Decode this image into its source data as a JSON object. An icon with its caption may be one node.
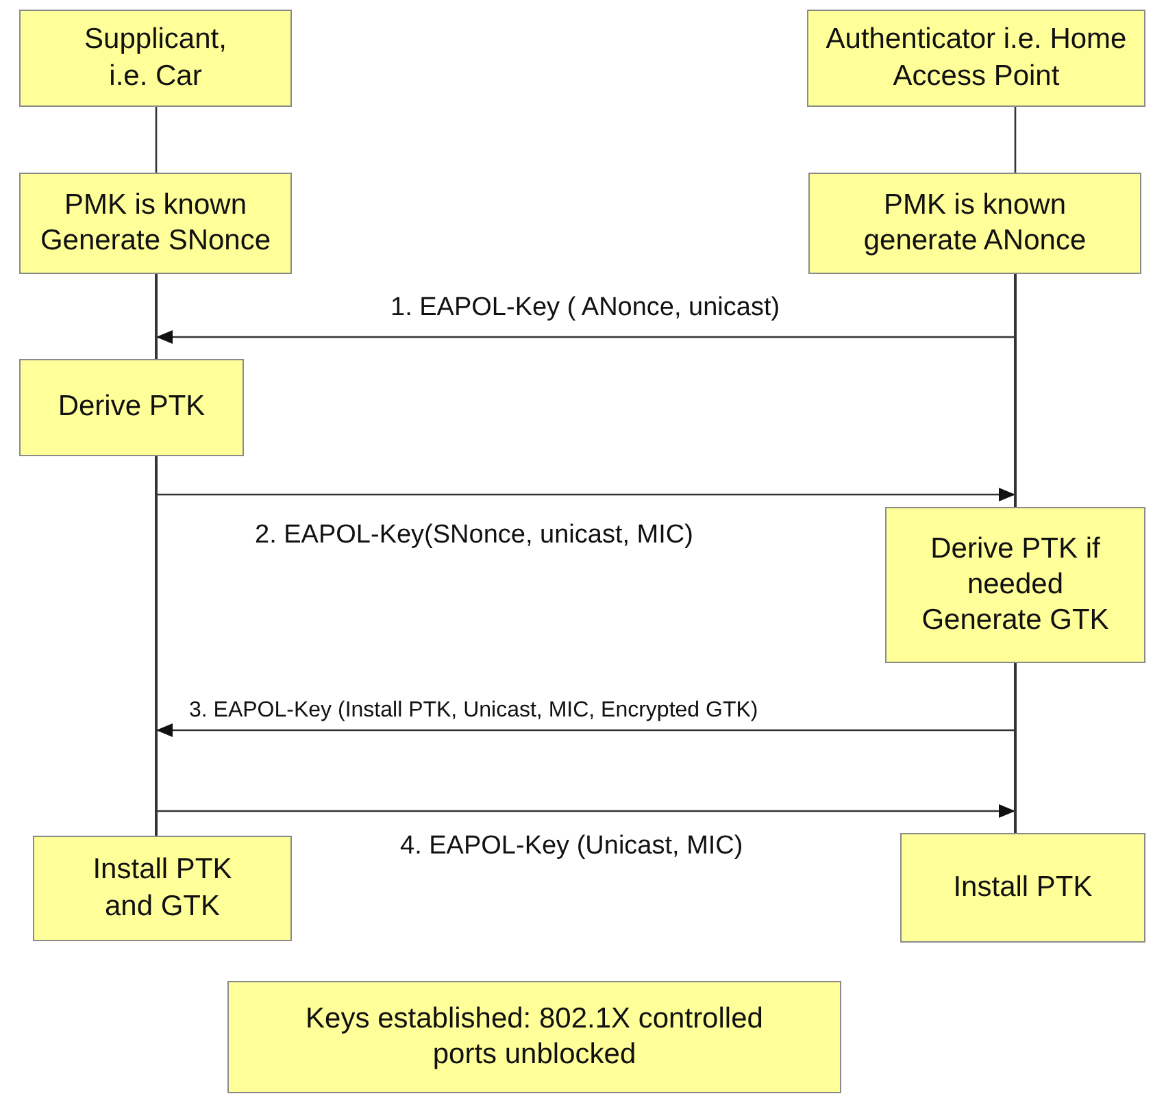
{
  "diagram": {
    "nodes": [
      {
        "text": [
          "Supplicant, i.e. Car"
        ]
      },
      {
        "text": [
          "Authenticator i.e. Home Access Point"
        ]
      },
      {
        "text": [
          "PMK is known Generate SNonce"
        ]
      },
      {
        "text": [
          "PMK is known generate ANonce"
        ]
      },
      {
        "text": [
          "Derive PTK"
        ]
      },
      {
        "text": [
          "Derive PTK if needed Generate GTK"
        ]
      },
      {
        "text": [
          "Install PTK and GTK"
        ]
      },
      {
        "text": [
          "Install PTK"
        ]
      },
      {
        "text": [
          "Keys established: 802.1X controlled ports unblocked"
        ]
      },
      {
        "text": [],
        "shape": "bar"
      },
      {
        "text": [],
        "shape": "bar"
      },
      {
        "text": [],
        "shape": "bar"
      },
      {
        "text": [],
        "shape": "bar"
      }
    ],
    "edges": [
      {
        "from": 0,
        "to": 2,
        "arrow": "none"
      },
      {
        "from": 1,
        "to": 3,
        "arrow": "none"
      },
      {
        "from": 11,
        "to": 9,
        "arrow": "to",
        "label": "1. EAPOL-Key ( ANonce, unicast)"
      },
      {
        "from": 10,
        "to": 11,
        "arrow": "to",
        "label": "2. EAPOL-Key(SNonce, unicast, MIC)"
      },
      {
        "from": 12,
        "to": 10,
        "arrow": "to",
        "label": "3. EAPOL-Key (Install PTK, Unicast, MIC, Encrypted GTK)"
      },
      {
        "from": 10,
        "to": 12,
        "arrow": "to",
        "label": "4. EAPOL-Key (Unicast, MIC)"
      }
    ]
  }
}
